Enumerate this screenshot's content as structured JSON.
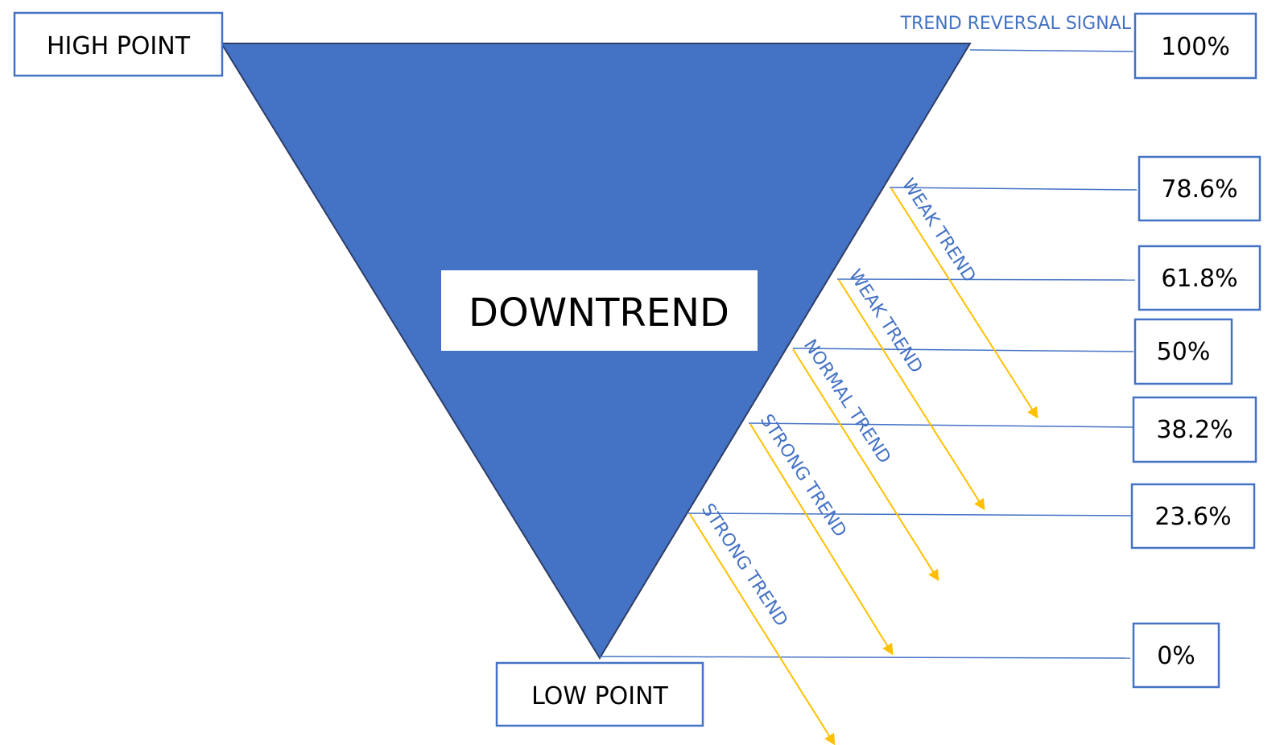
{
  "labels": {
    "high_point": "HIGH POINT",
    "low_point": "LOW POINT",
    "center": "DOWNTREND",
    "reversal": "TREND REVERSAL SIGNAL"
  },
  "levels": [
    {
      "id": "level-100",
      "value": "100%"
    },
    {
      "id": "level-786",
      "value": "78.6%"
    },
    {
      "id": "level-618",
      "value": "61.8%"
    },
    {
      "id": "level-50",
      "value": "50%"
    },
    {
      "id": "level-382",
      "value": "38.2%"
    },
    {
      "id": "level-236",
      "value": "23.6%"
    },
    {
      "id": "level-0",
      "value": "0%"
    }
  ],
  "trends": [
    {
      "id": "trend-weak-1",
      "label": "WEAK TREND"
    },
    {
      "id": "trend-weak-2",
      "label": "WEAK TREND"
    },
    {
      "id": "trend-normal",
      "label": "NORMAL TREND"
    },
    {
      "id": "trend-strong-1",
      "label": "STRONG TREND"
    },
    {
      "id": "trend-strong-2",
      "label": "STRONG TREND"
    }
  ],
  "colors": {
    "triangle_fill": "#4472C4",
    "triangle_stroke": "#2F3E66",
    "box_stroke": "#4472C4",
    "arrow": "#FFC000",
    "accent_text": "#4472C4"
  }
}
